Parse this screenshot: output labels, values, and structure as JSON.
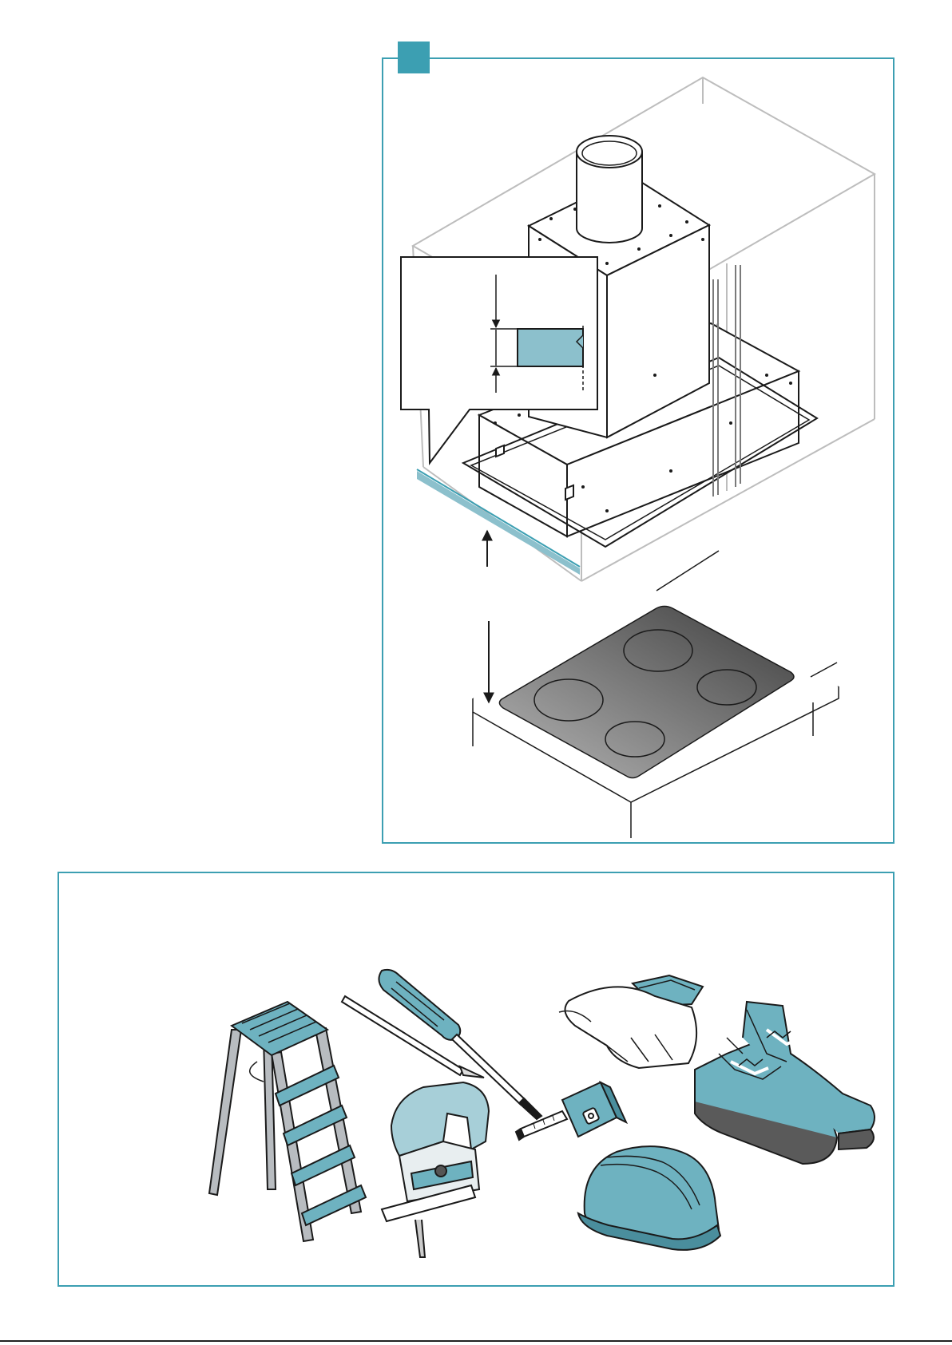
{
  "colors": {
    "accent": "#3c9fb2",
    "accent_light": "#8cc0cc",
    "accent_mid": "#6eb2c0",
    "line": "#1a1a1a",
    "cabinet_line": "#bdbdbd",
    "hob_dark": "#555555",
    "hob_light": "#b3b3b3",
    "sole": "#5a5a5a"
  },
  "figure": {
    "steps": [
      {
        "panel": "install",
        "subject": "ceiling-cabinet-with-built-in-hood-above-cooktop"
      },
      {
        "panel": "tools",
        "items": [
          {
            "icon": "stepladder-icon"
          },
          {
            "icon": "pencil-icon"
          },
          {
            "icon": "screwdriver-icon"
          },
          {
            "icon": "work-gloves-icon"
          },
          {
            "icon": "jigsaw-icon"
          },
          {
            "icon": "tape-measure-icon"
          },
          {
            "icon": "safety-boots-icon"
          },
          {
            "icon": "hard-hat-icon"
          }
        ]
      }
    ]
  }
}
